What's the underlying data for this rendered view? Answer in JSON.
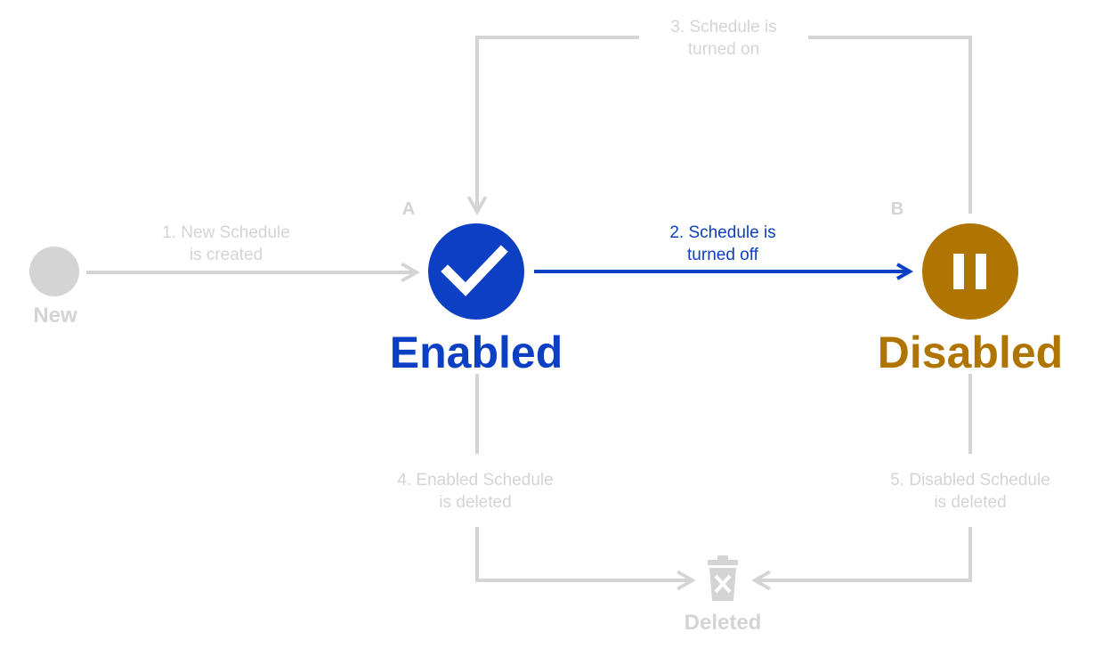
{
  "states": {
    "new": {
      "label": "New"
    },
    "enabled": {
      "label": "Enabled",
      "marker": "A",
      "icon": "check-icon",
      "color": "#0d3fc4"
    },
    "disabled": {
      "label": "Disabled",
      "marker": "B",
      "icon": "pause-icon",
      "color": "#b07400"
    },
    "deleted": {
      "label": "Deleted",
      "icon": "trash-icon"
    }
  },
  "transitions": [
    {
      "line1": "1. New Schedule",
      "line2": "is created"
    },
    {
      "line1": "2. Schedule is",
      "line2": "turned off",
      "active": true
    },
    {
      "line1": "3. Schedule is",
      "line2": "turned on"
    },
    {
      "line1": "4. Enabled Schedule",
      "line2": "is deleted"
    },
    {
      "line1": "5. Disabled Schedule",
      "line2": "is deleted"
    }
  ],
  "colors": {
    "inactive": "#d4d4d4",
    "active": "#0d3fc4",
    "enabled": "#0d3fc4",
    "disabled": "#b07400"
  }
}
